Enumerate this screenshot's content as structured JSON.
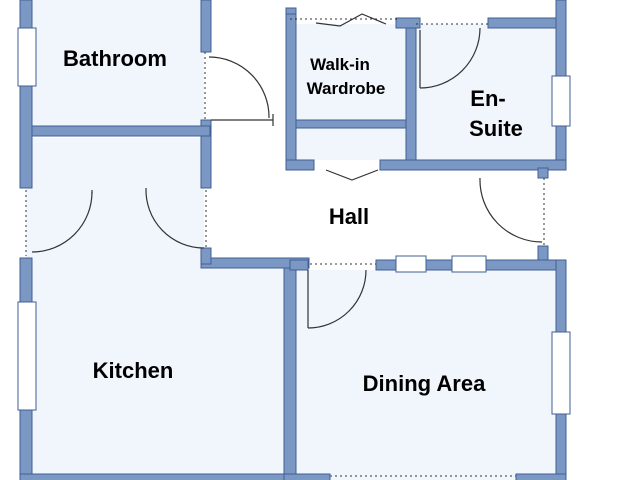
{
  "floorplan": {
    "rooms": {
      "bathroom": "Bathroom",
      "walk_in_wardrobe_line1": "Walk-in",
      "walk_in_wardrobe_line2": "Wardrobe",
      "en_suite_line1": "En-",
      "en_suite_line2": "Suite",
      "hall": "Hall",
      "kitchen": "Kitchen",
      "dining_area": "Dining Area"
    },
    "colors": {
      "wall_fill": "#7b98c5",
      "wall_stroke": "#3f5f93",
      "floor": "#f1f5fc",
      "window_fill": "#ffffff",
      "door_line": "#333333"
    }
  }
}
